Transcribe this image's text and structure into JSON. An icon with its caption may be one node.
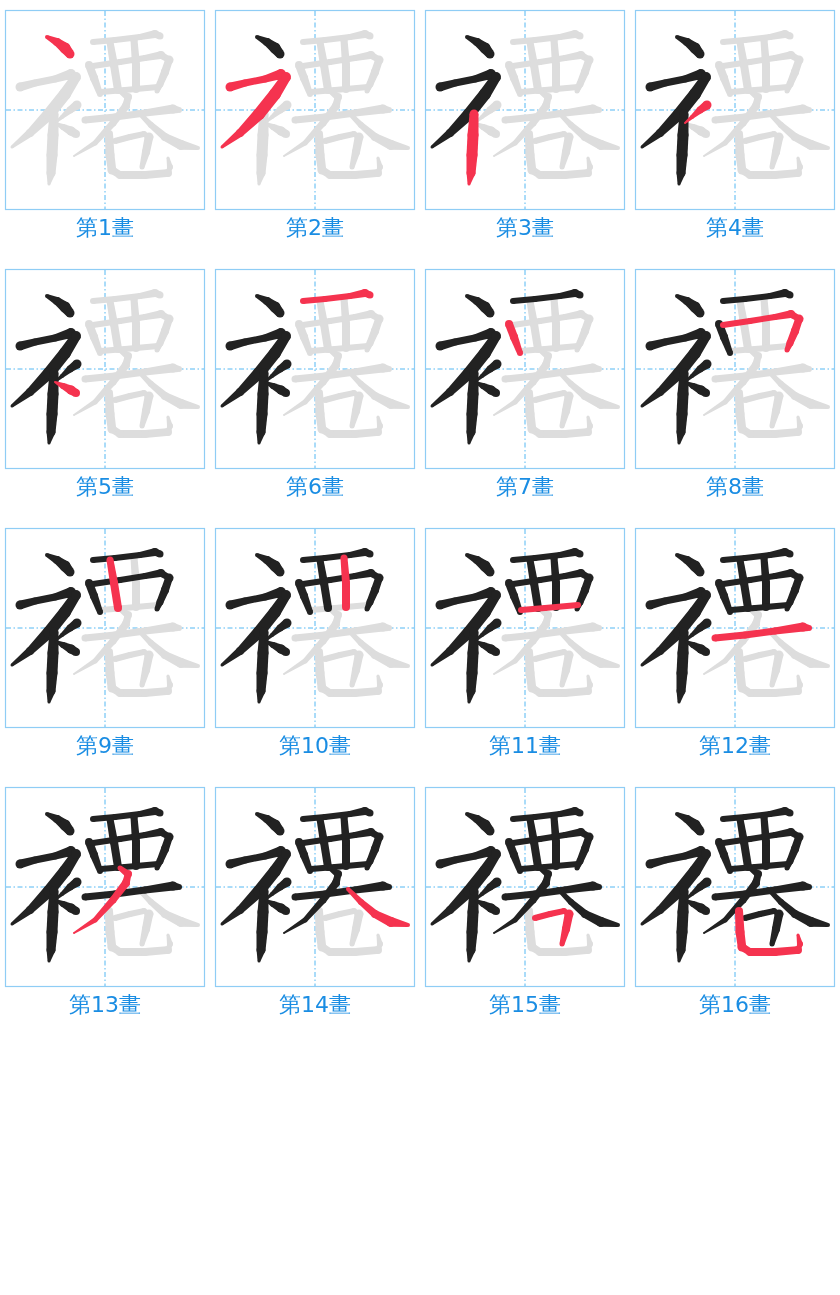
{
  "diagram": {
    "nodes": [
      {
        "text": [
          "第1畫"
        ]
      },
      {
        "text": [
          "第2畫"
        ]
      },
      {
        "text": [
          "第3畫"
        ]
      },
      {
        "text": [
          "第4畫"
        ]
      },
      {
        "text": [
          "第5畫"
        ]
      },
      {
        "text": [
          "第6畫"
        ]
      },
      {
        "text": [
          "第7畫"
        ]
      },
      {
        "text": [
          "第8畫"
        ]
      },
      {
        "text": [
          "第9畫"
        ]
      },
      {
        "text": [
          "第10畫"
        ]
      },
      {
        "text": [
          "第11畫"
        ]
      },
      {
        "text": [
          "第12畫"
        ]
      },
      {
        "text": [
          "第13畫"
        ]
      },
      {
        "text": [
          "第14畫"
        ]
      },
      {
        "text": [
          "第15畫"
        ]
      },
      {
        "text": [
          "第16畫"
        ]
      }
    ]
  }
}
